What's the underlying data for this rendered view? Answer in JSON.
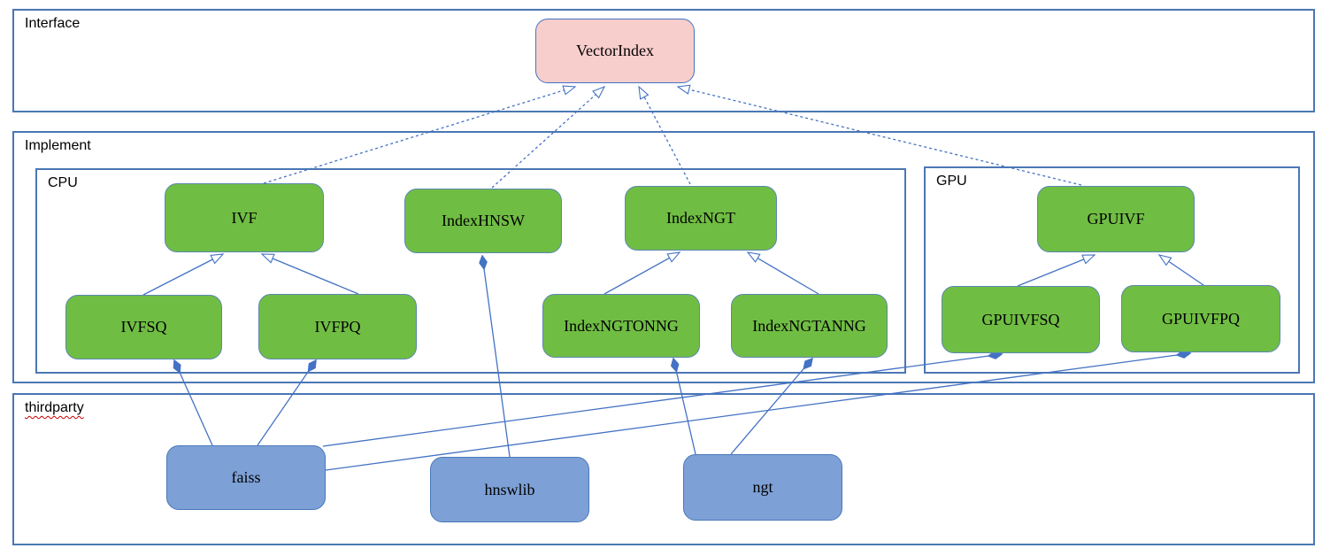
{
  "containers": {
    "interface": {
      "label": "Interface"
    },
    "implement": {
      "label": "Implement"
    },
    "cpu": {
      "label": "CPU"
    },
    "gpu": {
      "label": "GPU"
    },
    "thirdparty": {
      "label": "thirdparty"
    }
  },
  "nodes": {
    "vectorindex": {
      "label": "VectorIndex",
      "kind": "interface"
    },
    "ivf": {
      "label": "IVF",
      "kind": "implementation-cpu"
    },
    "indexhnsw": {
      "label": "IndexHNSW",
      "kind": "implementation-cpu"
    },
    "indexngt": {
      "label": "IndexNGT",
      "kind": "implementation-cpu"
    },
    "gpuivf": {
      "label": "GPUIVF",
      "kind": "implementation-gpu"
    },
    "ivfsq": {
      "label": "IVFSQ",
      "kind": "implementation-cpu"
    },
    "ivfpq": {
      "label": "IVFPQ",
      "kind": "implementation-cpu"
    },
    "indexngtonng": {
      "label": "IndexNGTONNG",
      "kind": "implementation-cpu"
    },
    "indexngtanng": {
      "label": "IndexNGTANNG",
      "kind": "implementation-cpu"
    },
    "gpuivfsq": {
      "label": "GPUIVFSQ",
      "kind": "implementation-gpu"
    },
    "gpuivfpq": {
      "label": "GPUIVFPQ",
      "kind": "implementation-gpu"
    },
    "faiss": {
      "label": "faiss",
      "kind": "thirdparty"
    },
    "hnswlib": {
      "label": "hnswlib",
      "kind": "thirdparty"
    },
    "ngt": {
      "label": "ngt",
      "kind": "thirdparty"
    }
  },
  "edges": [
    {
      "from": "ivf",
      "to": "vectorindex",
      "relation": "realization"
    },
    {
      "from": "indexhnsw",
      "to": "vectorindex",
      "relation": "realization"
    },
    {
      "from": "indexngt",
      "to": "vectorindex",
      "relation": "realization"
    },
    {
      "from": "gpuivf",
      "to": "vectorindex",
      "relation": "realization"
    },
    {
      "from": "ivfsq",
      "to": "ivf",
      "relation": "generalization"
    },
    {
      "from": "ivfpq",
      "to": "ivf",
      "relation": "generalization"
    },
    {
      "from": "indexngtonng",
      "to": "indexngt",
      "relation": "generalization"
    },
    {
      "from": "indexngtanng",
      "to": "indexngt",
      "relation": "generalization"
    },
    {
      "from": "gpuivfsq",
      "to": "gpuivf",
      "relation": "generalization"
    },
    {
      "from": "gpuivfpq",
      "to": "gpuivf",
      "relation": "generalization"
    },
    {
      "from": "faiss",
      "to": "ivfsq",
      "relation": "composition"
    },
    {
      "from": "faiss",
      "to": "ivfpq",
      "relation": "composition"
    },
    {
      "from": "faiss",
      "to": "gpuivfsq",
      "relation": "composition"
    },
    {
      "from": "faiss",
      "to": "gpuivfpq",
      "relation": "composition"
    },
    {
      "from": "hnswlib",
      "to": "indexhnsw",
      "relation": "composition"
    },
    {
      "from": "ngt",
      "to": "indexngtonng",
      "relation": "composition"
    },
    {
      "from": "ngt",
      "to": "indexngtanng",
      "relation": "composition"
    }
  ],
  "colors": {
    "interface_node_fill": "#f8cecc",
    "interface_node_border": "#4472c4",
    "implementation_node_fill": "#70bd44",
    "implementation_node_border": "#5a87b0",
    "thirdparty_node_fill": "#7da0d6",
    "thirdparty_node_border": "#4979ba",
    "container_border": "#4a77b4",
    "edge_line": "#4472c4",
    "spellcheck_underline": "#cc0000"
  }
}
